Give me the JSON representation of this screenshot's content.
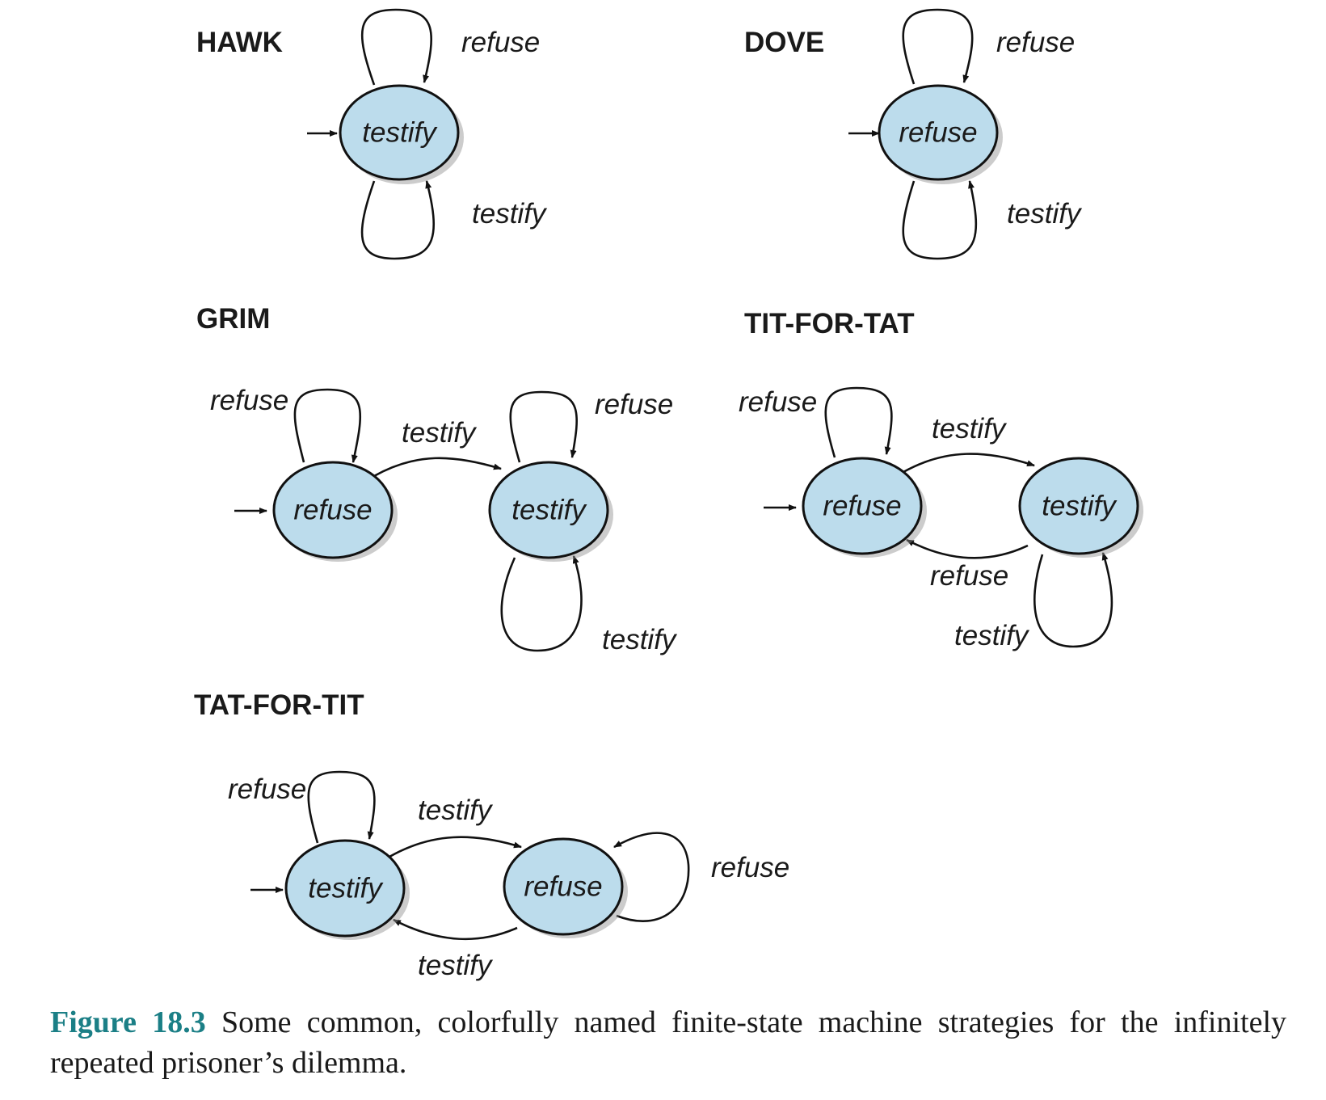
{
  "machines": {
    "hawk": {
      "title": "HAWK",
      "states": {
        "s0": "testify"
      },
      "transitions": {
        "top": "refuse",
        "bottom": "testify"
      }
    },
    "dove": {
      "title": "DOVE",
      "states": {
        "s0": "refuse"
      },
      "transitions": {
        "top": "refuse",
        "bottom": "testify"
      }
    },
    "grim": {
      "title": "GRIM",
      "states": {
        "s0": "refuse",
        "s1": "testify"
      },
      "transitions": {
        "s0_loop": "refuse",
        "s0_to_s1": "testify",
        "s1_loop_top": "refuse",
        "s1_loop_bottom": "testify"
      }
    },
    "titfortat": {
      "title": "TIT-FOR-TAT",
      "states": {
        "s0": "refuse",
        "s1": "testify"
      },
      "transitions": {
        "s0_loop": "refuse",
        "s0_to_s1": "testify",
        "s1_to_s0": "refuse",
        "s1_loop": "testify"
      }
    },
    "tatfortit": {
      "title": "TAT-FOR-TIT",
      "states": {
        "s0": "testify",
        "s1": "refuse"
      },
      "transitions": {
        "s0_loop": "refuse",
        "s0_to_s1": "testify",
        "s1_to_s0": "testify",
        "s1_loop": "refuse"
      }
    }
  },
  "caption": {
    "label": "Figure 18.3",
    "text": "Some common, colorfully named finite-state machine strategies for the infinitely repeated prisoner’s dilemma."
  },
  "colors": {
    "state_fill": "#bcdcec",
    "caption_label": "#1b7f86"
  }
}
